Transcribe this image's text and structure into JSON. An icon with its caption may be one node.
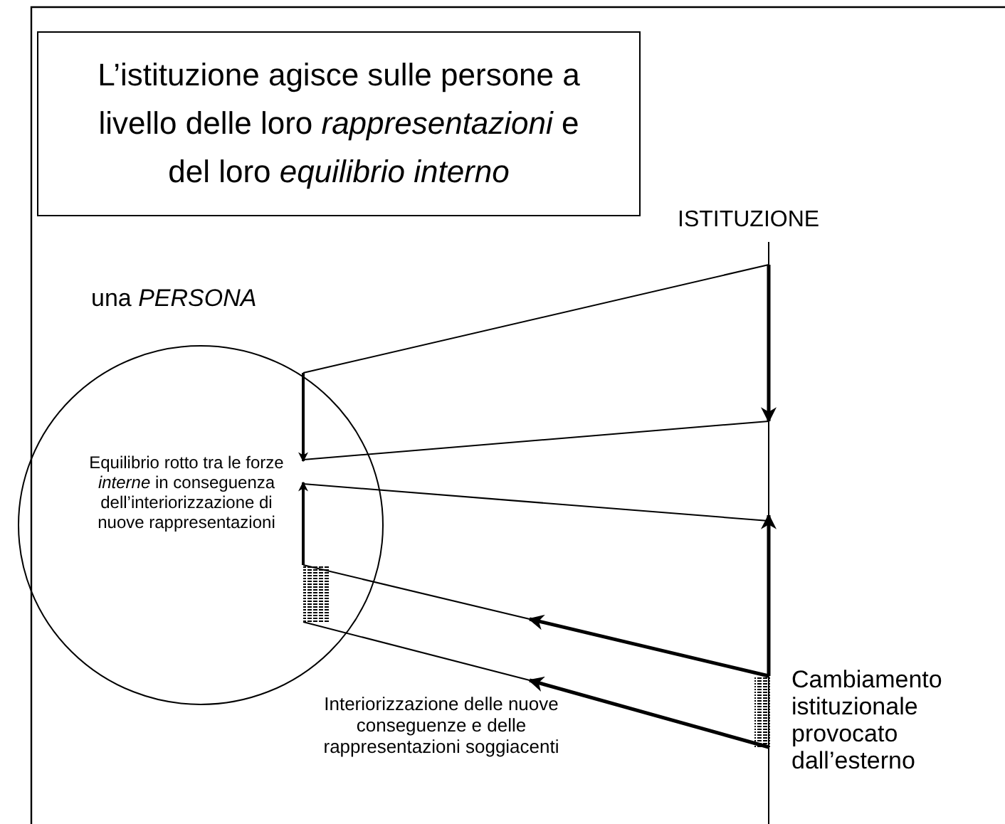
{
  "diagram": {
    "nodes": [
      {
        "text": [
          "L’istituzione agisce sulle persone a livello delle loro *rappresentazioni* e del loro *equilibrio interno*"
        ]
      },
      {
        "text": [
          "una *PERSONA*",
          "Equilibrio rotto tra le forze *interne* in conseguenza dell’interiorizzazione di nuove rappresentazioni"
        ]
      }
    ],
    "labels": [
      "ISTITUZIONE",
      "Cambiamento istituzionale provocato dall’esterno",
      "Interiorizzazione delle nuove conseguenze e delle rappresentazioni soggiacenti"
    ]
  }
}
